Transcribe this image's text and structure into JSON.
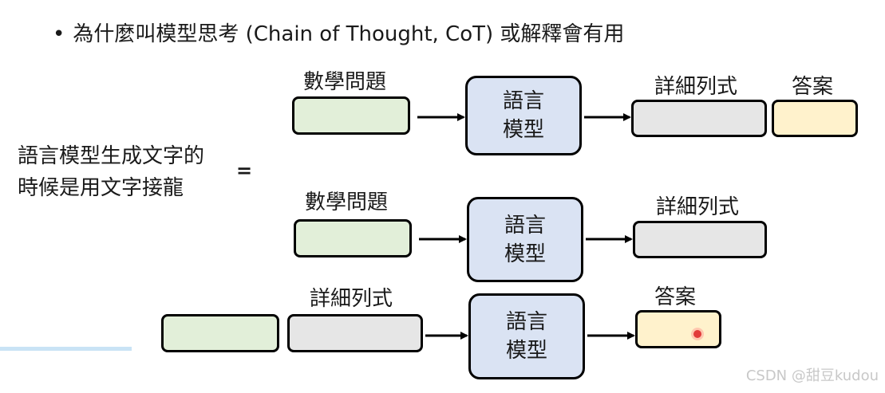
{
  "title": "為什麼叫模型思考 (Chain of Thought, CoT) 或解釋會有用",
  "bullet": "•",
  "side_text": {
    "line1": "語言模型生成文字的",
    "line2": "時候是用文字接龍"
  },
  "equals_sign": "=",
  "rows": [
    {
      "input_label": "數學問題",
      "model_label_line1": "語言",
      "model_label_line2": "模型",
      "output_label": "詳細列式",
      "answer_label": "答案"
    },
    {
      "input_label": "數學問題",
      "model_label_line1": "語言",
      "model_label_line2": "模型",
      "output_label": "詳細列式"
    },
    {
      "input_label": "詳細列式",
      "model_label_line1": "語言",
      "model_label_line2": "模型",
      "output_label": "答案"
    }
  ],
  "footer": "CSDN @甜豆kudou",
  "colors": {
    "input_box": "#e2efd9",
    "reasoning_box": "#e6e6e6",
    "answer_box": "#fff2cc",
    "model_box": "#dae3f3"
  }
}
